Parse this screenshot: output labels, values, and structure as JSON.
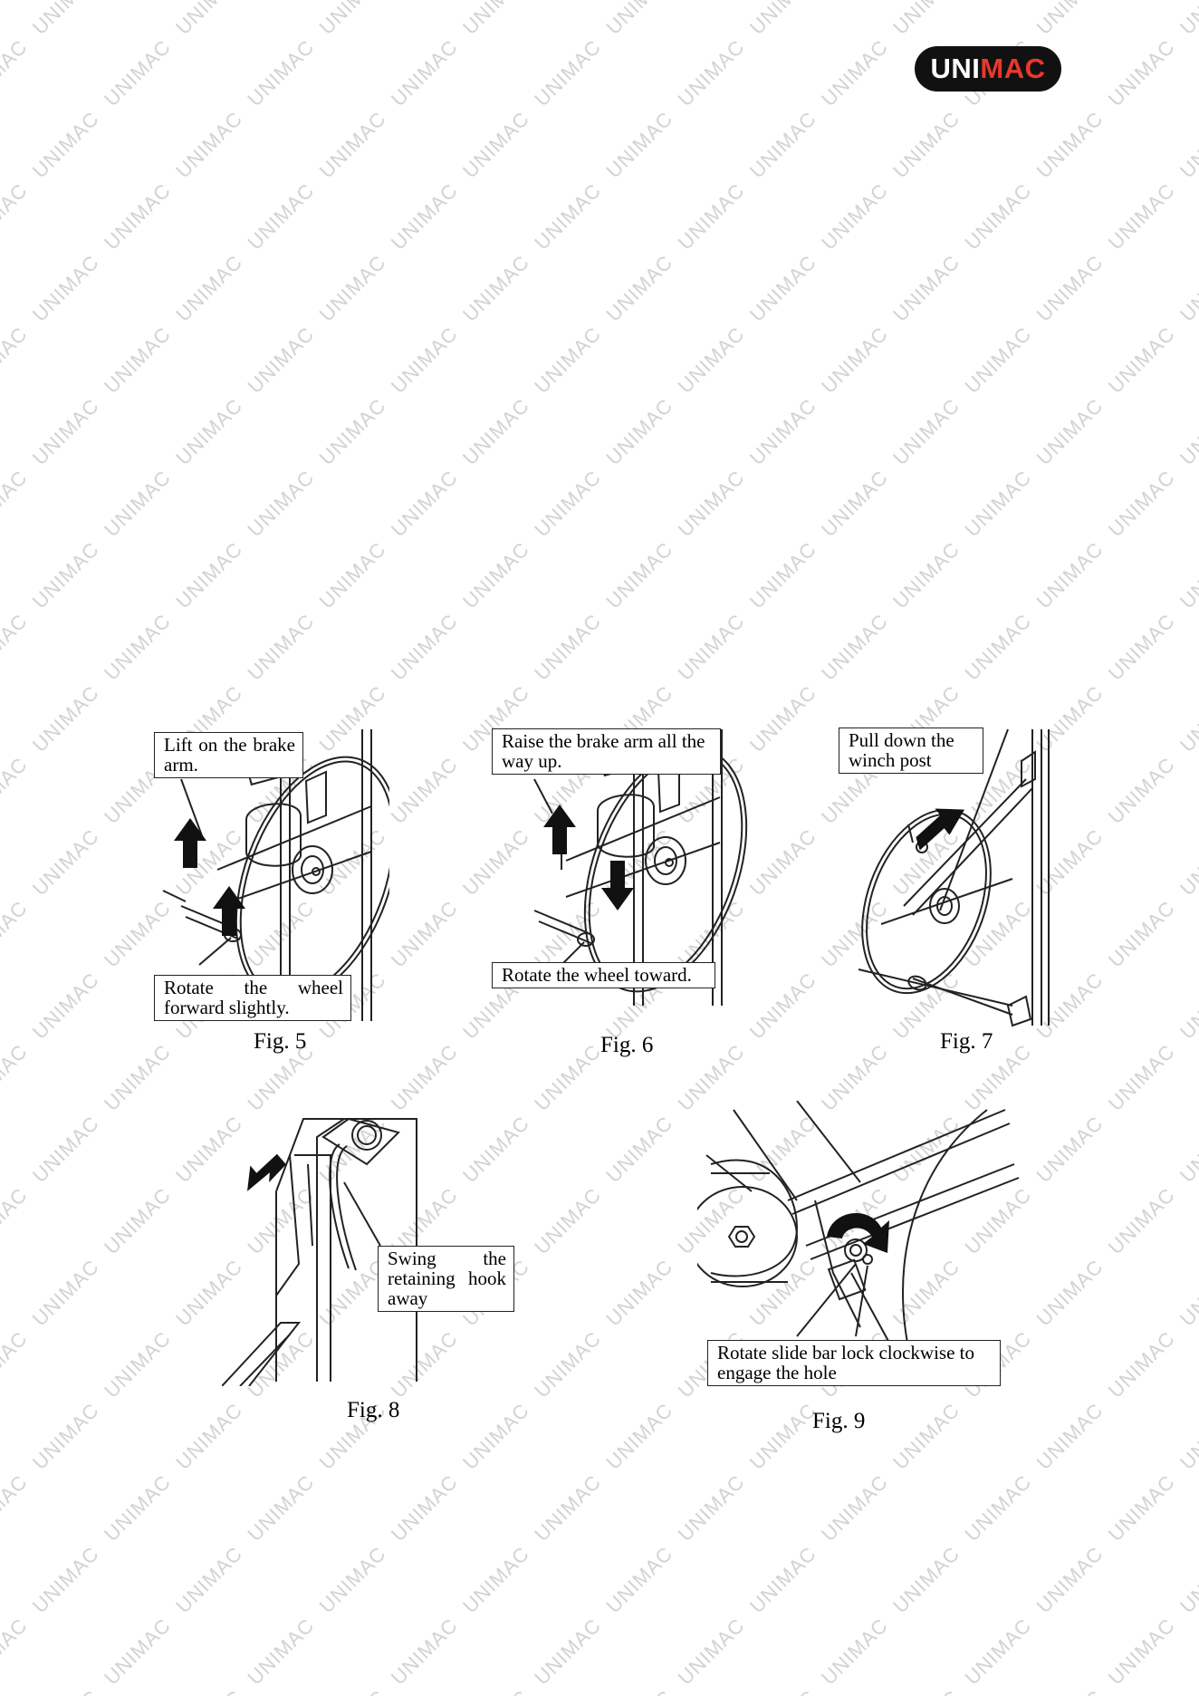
{
  "brand": {
    "logo_uni": "UNI",
    "logo_mac": "MAC",
    "watermark_text": "UNIMAC"
  },
  "figures": [
    {
      "id": "fig5",
      "caption": "Fig. 5",
      "callouts": [
        "Lift on the brake arm.",
        "Rotate the wheel forward slightly."
      ]
    },
    {
      "id": "fig6",
      "caption": "Fig. 6",
      "callouts": [
        "Raise the brake arm all the way up.",
        "Rotate the wheel toward."
      ]
    },
    {
      "id": "fig7",
      "caption": "Fig. 7",
      "callouts": [
        "Pull down the winch post"
      ]
    },
    {
      "id": "fig8",
      "caption": "Fig. 8",
      "callouts": [
        "Swing the retaining hook away"
      ]
    },
    {
      "id": "fig9",
      "caption": "Fig. 9",
      "callouts": [
        "Rotate slide bar lock clockwise to engage the hole"
      ]
    }
  ]
}
